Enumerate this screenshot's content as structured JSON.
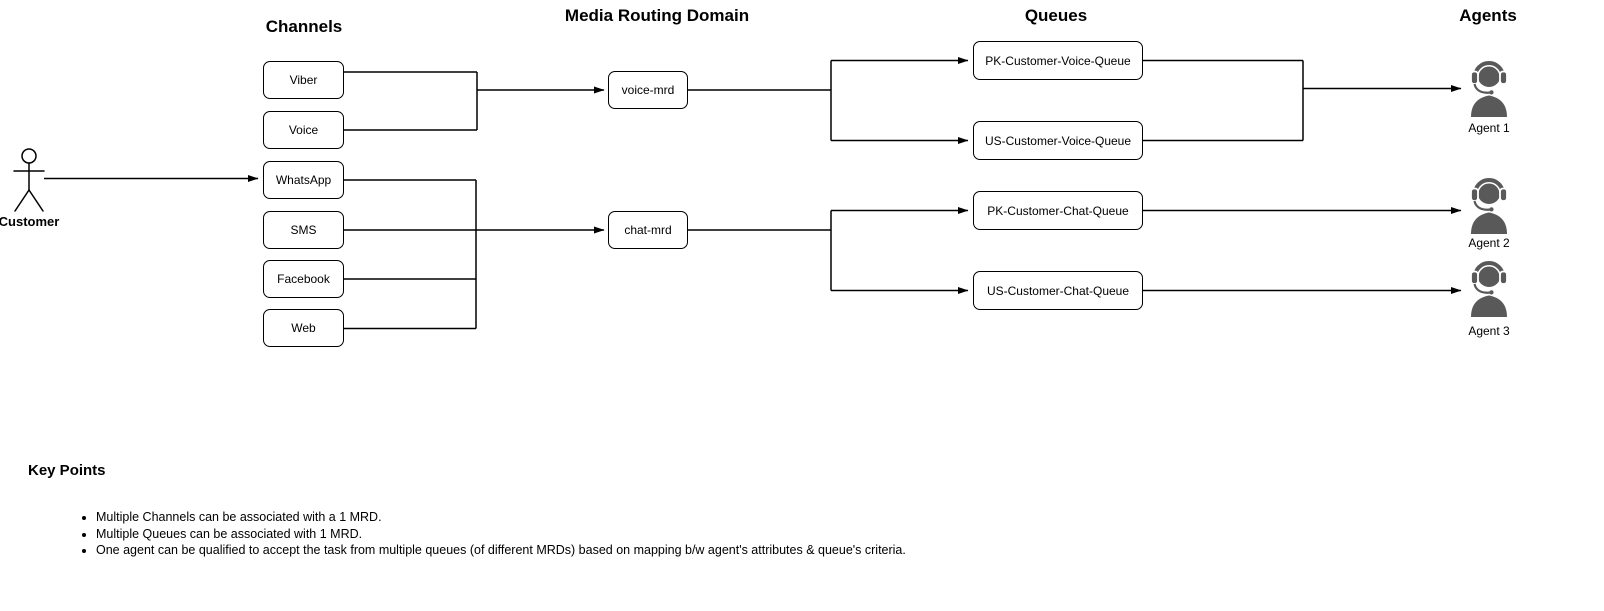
{
  "colors": {
    "line": "#000000",
    "box_fill": "#ffffff",
    "agent_icon": "#595959",
    "text": "#000000"
  },
  "diagram": {
    "headers": {
      "channels": "Channels",
      "media_routing_domain": "Media Routing Domain",
      "queues": "Queues",
      "agents": "Agents"
    },
    "customer": {
      "label": "Customer"
    },
    "channels": [
      "Viber",
      "Voice",
      "WhatsApp",
      "SMS",
      "Facebook",
      "Web"
    ],
    "mrds": [
      "voice-mrd",
      "chat-mrd"
    ],
    "queues": [
      "PK-Customer-Voice-Queue",
      "US-Customer-Voice-Queue",
      "PK-Customer-Chat-Queue",
      "US-Customer-Chat-Queue"
    ],
    "agents": [
      "Agent 1",
      "Agent 2",
      "Agent 3"
    ]
  },
  "key_points": {
    "title": "Key Points",
    "bullets": [
      "Multiple Channels can be associated with a 1 MRD.",
      "Multiple Queues can be associated with 1 MRD.",
      "One agent can be qualified to accept the task from multiple queues (of different MRDs) based on mapping b/w agent's attributes & queue's criteria."
    ]
  }
}
